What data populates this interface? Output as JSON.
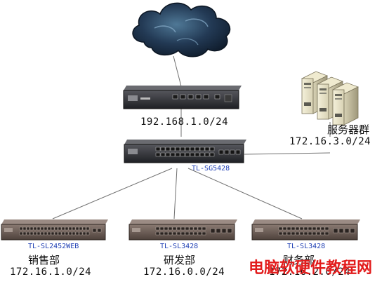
{
  "router": {
    "subnet": "192.168.1.0/24"
  },
  "core_switch": {
    "model": "TL-SG5428"
  },
  "servers": {
    "name": "服务器群",
    "subnet": "172.16.3.0/24"
  },
  "departments": [
    {
      "model": "TL-SL2452WEB",
      "name": "销售部",
      "subnet": "172.16.1.0/24"
    },
    {
      "model": "TL-SL3428",
      "name": "研发部",
      "subnet": "172.16.0.0/24"
    },
    {
      "model": "TL-SL3428",
      "name": "财务部",
      "subnet": "172.16.2.0/24"
    }
  ],
  "watermark": "电脑软硬件教程网",
  "colors": {
    "device_body": "#2f2f35",
    "device_bronze": "#6b5a52",
    "cloud": "#1f3550",
    "model_text": "#1f3fb4",
    "watermark": "#e21c1c"
  },
  "icons": [
    "cloud-icon",
    "router-icon",
    "switch-icon",
    "server-icon"
  ]
}
